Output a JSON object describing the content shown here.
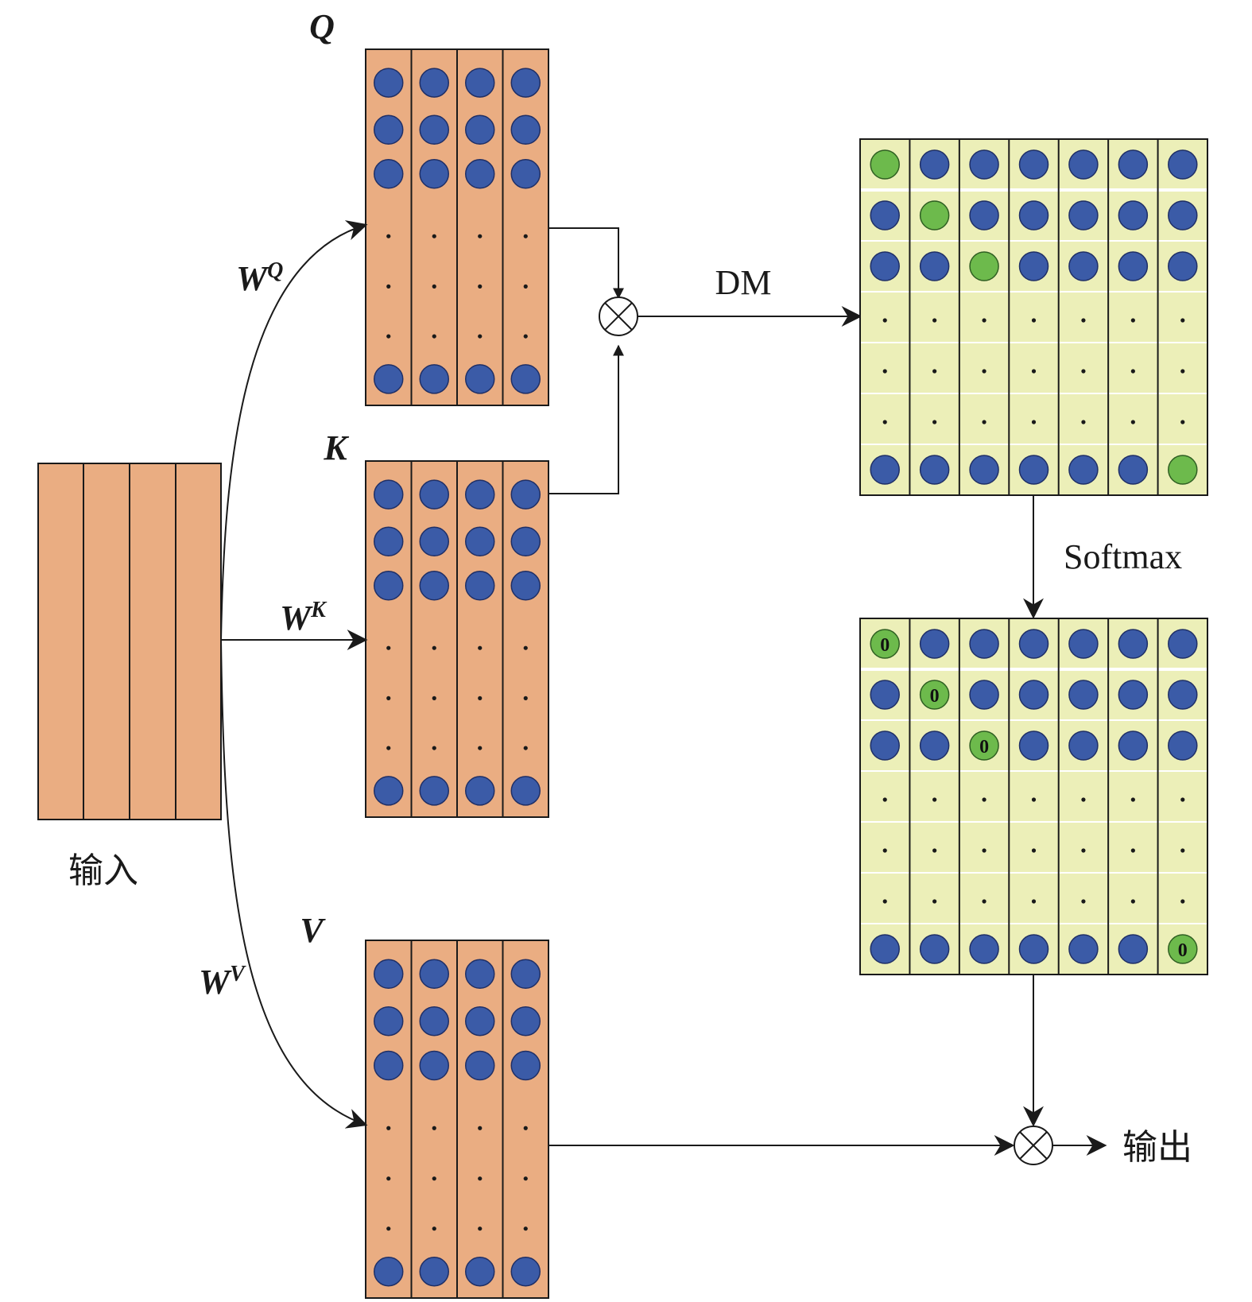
{
  "labels": {
    "input": "输入",
    "output": "输出",
    "q": "Q",
    "k": "K",
    "v": "V",
    "wq_base": "W",
    "wq_sup": "Q",
    "wk_base": "W",
    "wk_sup": "K",
    "wv_base": "W",
    "wv_sup": "V",
    "dm": "DM",
    "softmax": "Softmax",
    "diag_zero": "0"
  },
  "colors": {
    "matrix_orange": "#eaad82",
    "matrix_yellow": "#ecefb8",
    "dot_blue": "#3b5ba7",
    "dot_green": "#6dba4c",
    "line": "#1a1a1a"
  },
  "matrices": {
    "qkv_columns": 4,
    "attention_columns": 7,
    "attention_rows": 7
  }
}
